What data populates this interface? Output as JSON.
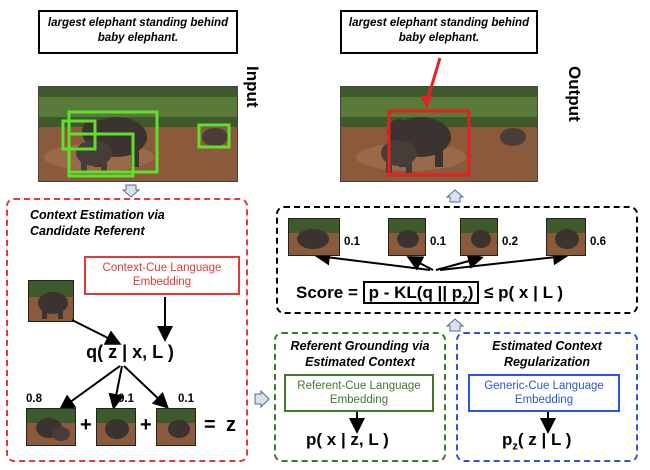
{
  "captions": {
    "input_query": "largest elephant standing behind baby elephant.",
    "output_query": "largest elephant standing behind baby elephant."
  },
  "labels": {
    "input": "Input",
    "output": "Output"
  },
  "context_estimation": {
    "title": "Context Estimation via Candidate Referent",
    "embedding": "Context-Cue Language Embedding",
    "formula": "q( z | x, L )",
    "weights": [
      "0.8",
      "0.1",
      "0.1"
    ],
    "plus": "+",
    "equals": "=",
    "z": "z"
  },
  "score_box": {
    "thumb_scores": [
      "0.1",
      "0.1",
      "0.2",
      "0.6"
    ],
    "score_prefix": "Score =",
    "score_inner": "p - KL(q || p",
    "score_sub": "z",
    "score_close": ")",
    "score_suffix": "≤ p( x | L )"
  },
  "referent_grounding": {
    "title": "Referent Grounding via Estimated Context",
    "embedding": "Referent-Cue Language Embedding",
    "formula": "p( x | z, L )"
  },
  "context_regularization": {
    "title": "Estimated Context Regularization",
    "embedding": "Generic-Cue Language Embedding",
    "formula_p": "p",
    "formula_sub": "z",
    "formula_rest": "( z | L )"
  },
  "colors": {
    "red": "#e03a3a",
    "green": "#3f7a2a",
    "blue": "#2a55e0",
    "box_green": "#5fe02a",
    "output_box": "#e62020",
    "arrow_fill": "#d5e3f2"
  }
}
